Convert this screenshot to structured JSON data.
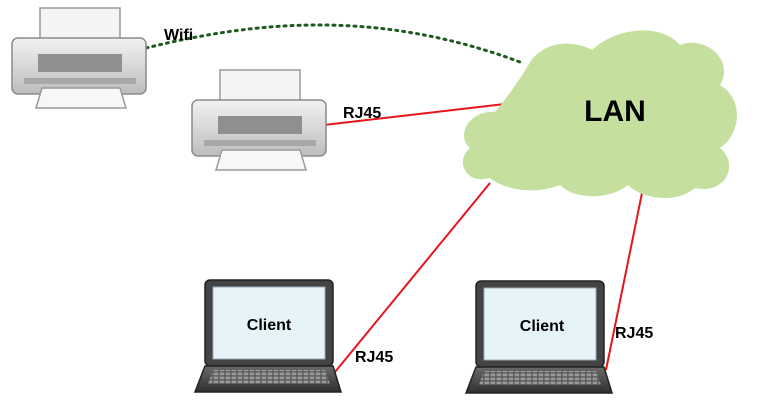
{
  "diagram": {
    "cloud": {
      "label": "LAN",
      "color": "#c5df9f"
    },
    "links": {
      "wifi_label": "Wifi",
      "printer_rj45_label": "RJ45",
      "client1_rj45_label": "RJ45",
      "client2_rj45_label": "RJ45"
    },
    "clients": [
      {
        "label": "Client"
      },
      {
        "label": "Client"
      }
    ],
    "colors": {
      "wired": "#e8141c",
      "wifi": "#1f5a1f",
      "printer_body": "#d6d6d6",
      "laptop_body": "#4a4a4a",
      "screen": "#e6f4f8"
    },
    "icons": [
      "printer-icon",
      "printer-icon",
      "laptop-icon",
      "laptop-icon",
      "cloud-shape"
    ]
  }
}
